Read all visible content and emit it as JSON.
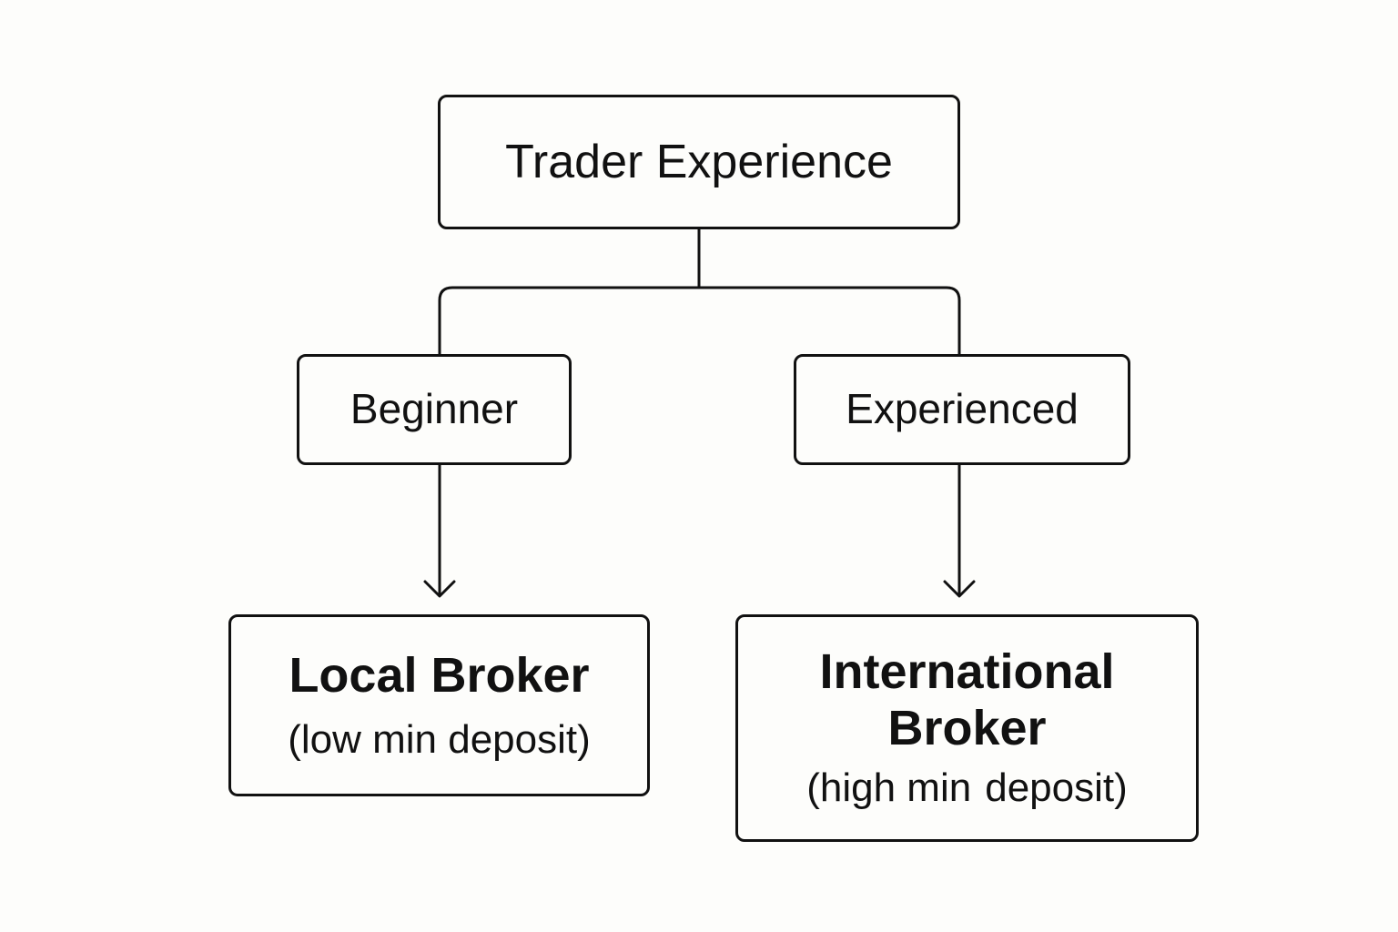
{
  "diagram": {
    "nodes": {
      "root": {
        "label": "Trader Experience"
      },
      "beginner": {
        "label": "Beginner"
      },
      "experienced": {
        "label": "Experienced"
      },
      "local_broker": {
        "title": "Local Broker",
        "note": "(low min deposit)"
      },
      "international_broker": {
        "title": "International",
        "title_line2": "Broker",
        "note_line1": "(high min",
        "note_line2": "deposit)"
      }
    },
    "edges": [
      {
        "from": "Trader Experience",
        "to": "Beginner"
      },
      {
        "from": "Trader Experience",
        "to": "Experienced"
      },
      {
        "from": "Beginner",
        "to": "Local Broker"
      },
      {
        "from": "Experienced",
        "to": "International Broker"
      }
    ],
    "colors": {
      "background": "#fdfdfb",
      "line": "#111111",
      "text": "#111111"
    }
  }
}
